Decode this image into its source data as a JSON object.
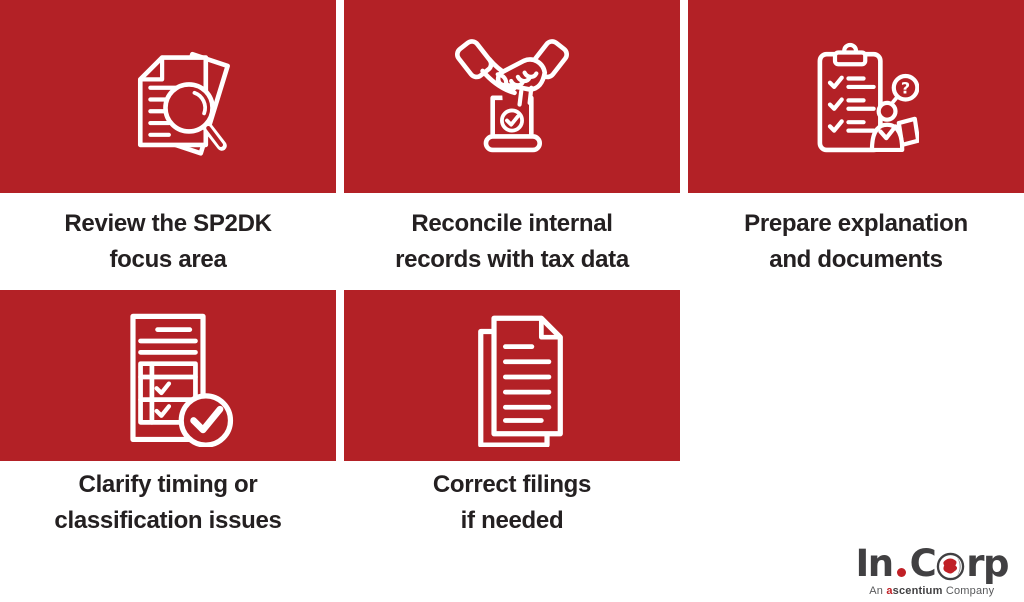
{
  "colors": {
    "accent_red": "#B32126",
    "caption_text": "#242021",
    "background": "#FFFFFF",
    "logo_gray": "#414042",
    "logo_red": "#C02026",
    "tagline_gray": "#58595B"
  },
  "steps": [
    {
      "icon": "document-magnifier-icon",
      "line1": "Review the SP2DK",
      "line2": "focus area"
    },
    {
      "icon": "handshake-agreement-icon",
      "line1": "Reconcile internal",
      "line2": "records with tax data"
    },
    {
      "icon": "clipboard-checklist-person-icon",
      "line1": "Prepare explanation",
      "line2": "and documents"
    },
    {
      "icon": "form-checkmark-icon",
      "line1": "Clarify timing or",
      "line2": "classification issues"
    },
    {
      "icon": "stacked-documents-icon",
      "line1": "Correct filings",
      "line2": "if needed"
    }
  ],
  "logo": {
    "word_part1": "In",
    "word_part2": "C",
    "word_part3": "rp",
    "tagline_an": "An ",
    "tagline_brand_initial": "a",
    "tagline_brand_rest": "scentium",
    "tagline_company": " Company"
  }
}
